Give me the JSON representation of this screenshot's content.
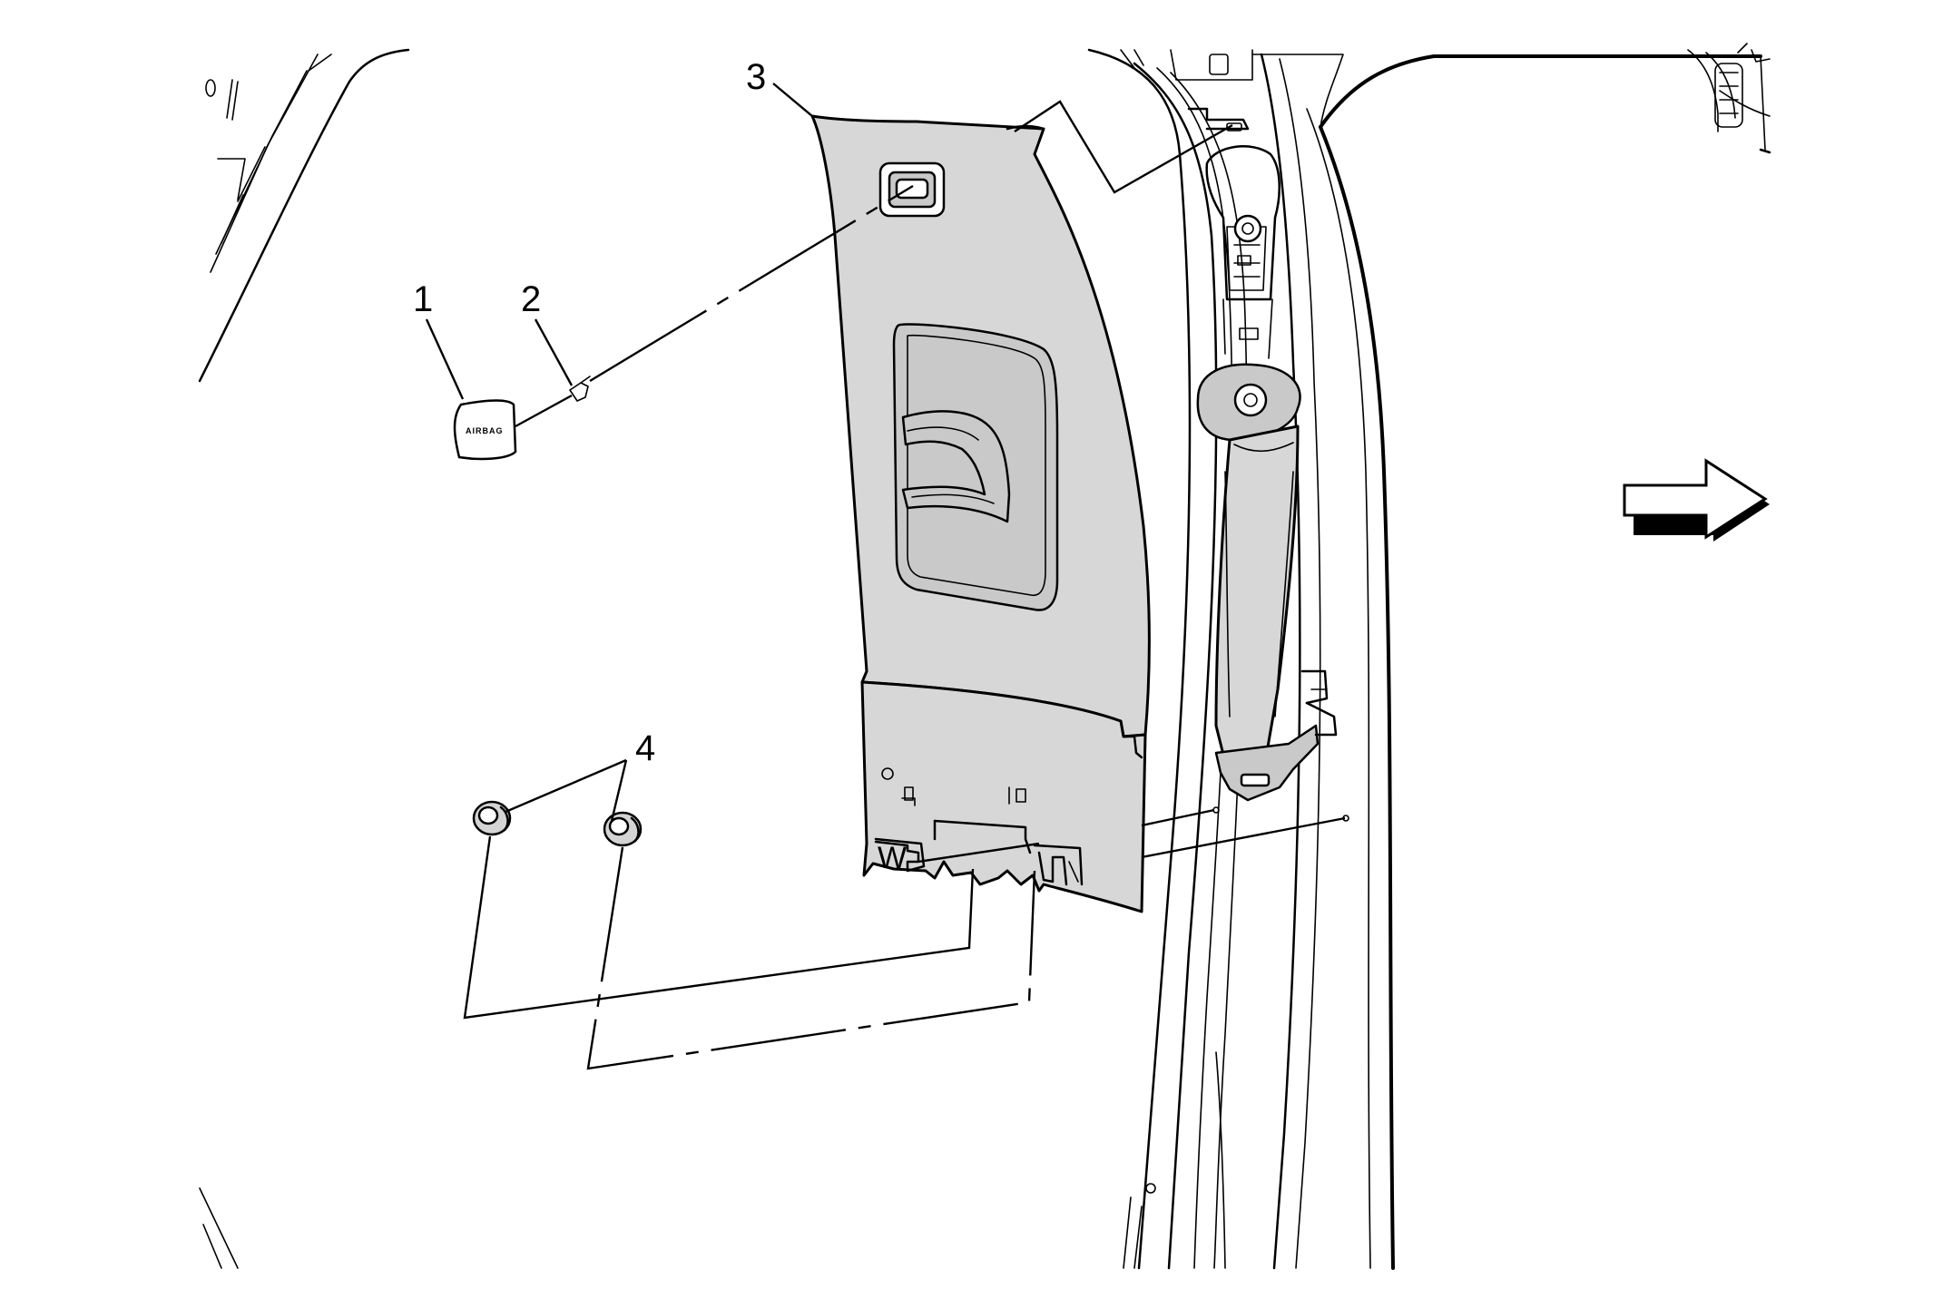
{
  "diagram": {
    "callouts": [
      "1",
      "2",
      "3",
      "4"
    ],
    "airbag_cover_text": "AIRBAG",
    "direction_indicator": "arrow-right-icon",
    "colors": {
      "line": "#000000",
      "panel_fill": "#d7d7d7",
      "background": "#ffffff"
    }
  }
}
